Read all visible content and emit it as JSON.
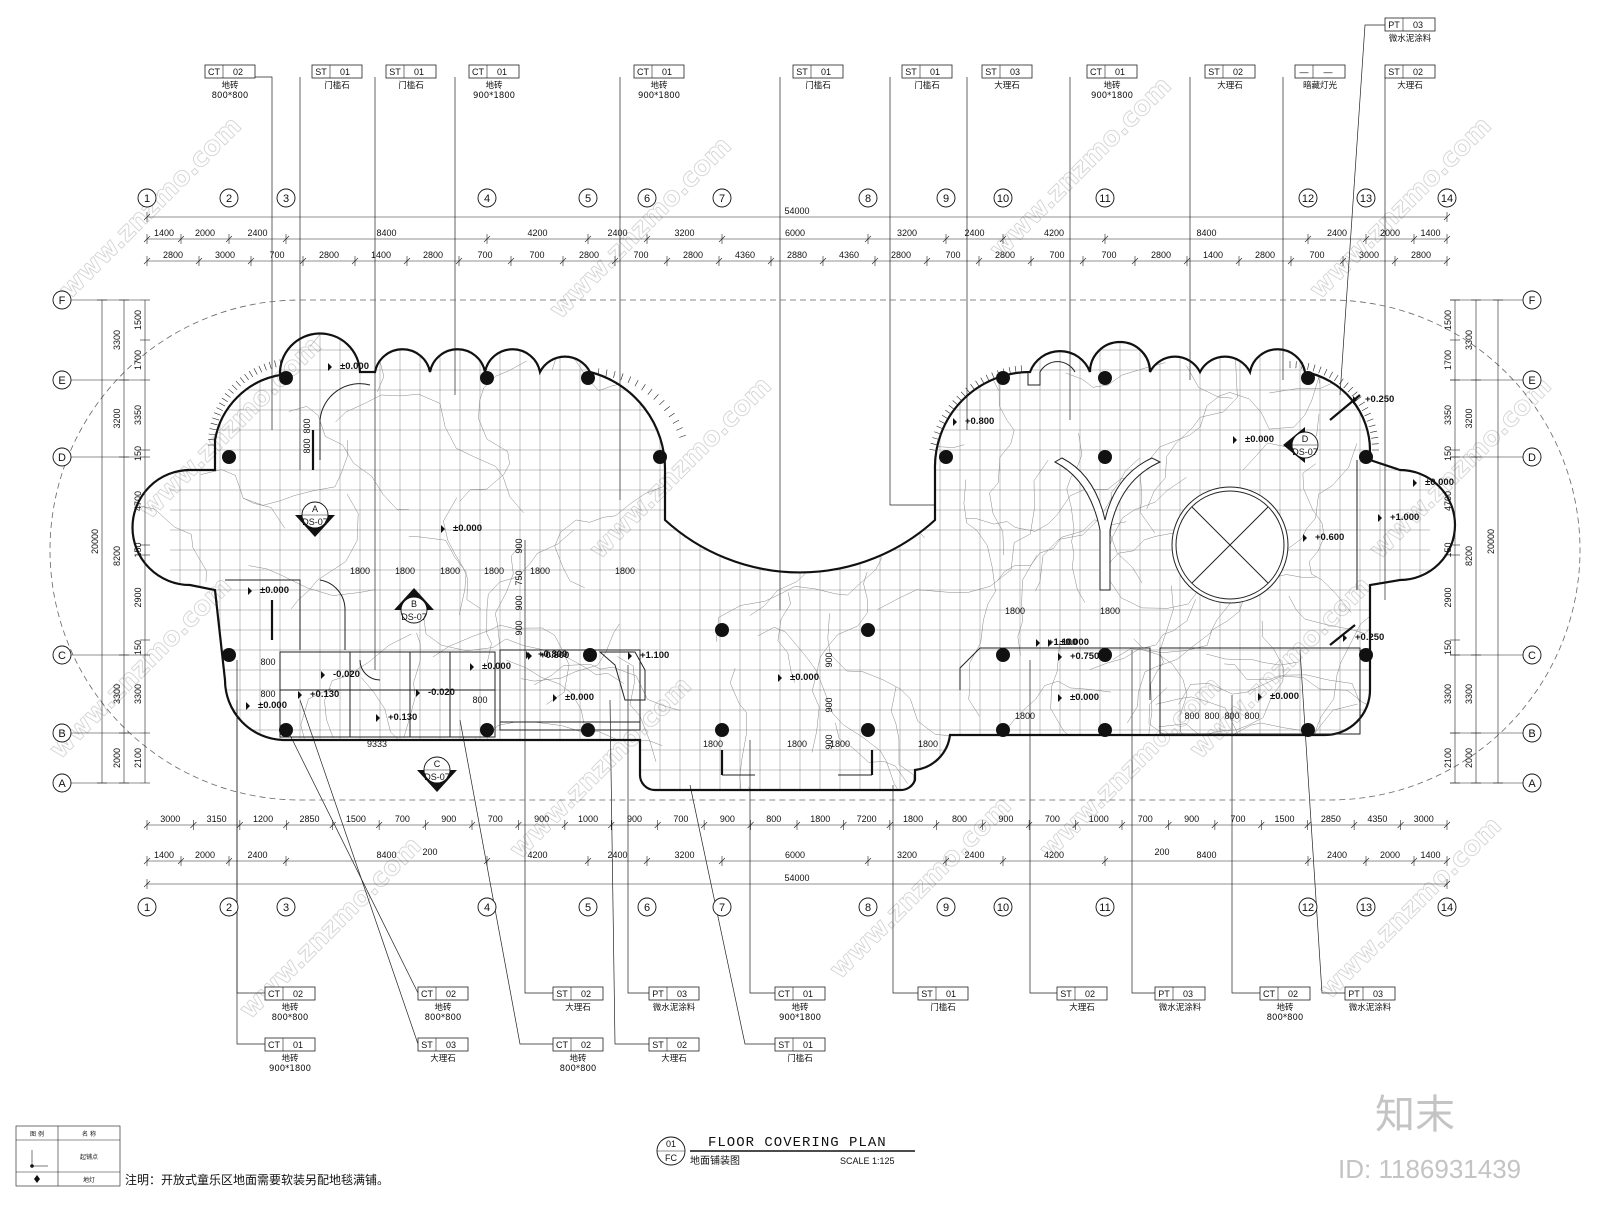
{
  "top_tags": [
    {
      "code": "CT",
      "num": "02",
      "desc": "地砖",
      "size": "800*800"
    },
    {
      "code": "ST",
      "num": "01",
      "desc": "门槛石",
      "size": ""
    },
    {
      "code": "ST",
      "num": "01",
      "desc": "门槛石",
      "size": ""
    },
    {
      "code": "CT",
      "num": "01",
      "desc": "地砖",
      "size": "900*1800"
    },
    {
      "code": "CT",
      "num": "01",
      "desc": "地砖",
      "size": "900*1800"
    },
    {
      "code": "ST",
      "num": "01",
      "desc": "门槛石",
      "size": ""
    },
    {
      "code": "ST",
      "num": "01",
      "desc": "门槛石",
      "size": ""
    },
    {
      "code": "ST",
      "num": "03",
      "desc": "大理石",
      "size": ""
    },
    {
      "code": "CT",
      "num": "01",
      "desc": "地砖",
      "size": "900*1800"
    },
    {
      "code": "ST",
      "num": "02",
      "desc": "大理石",
      "size": ""
    },
    {
      "code": "—",
      "num": "—",
      "desc": "暗藏灯光",
      "size": ""
    },
    {
      "code": "ST",
      "num": "02",
      "desc": "大理石",
      "size": ""
    }
  ],
  "top_right_tag": {
    "code": "PT",
    "num": "03",
    "desc": "微水泥涂料",
    "size": ""
  },
  "bottom_tags": [
    {
      "code": "CT",
      "num": "02",
      "desc": "地砖",
      "size": "800*800"
    },
    {
      "code": "CT",
      "num": "01",
      "desc": "地砖",
      "size": "900*1800"
    },
    {
      "code": "CT",
      "num": "02",
      "desc": "地砖",
      "size": "800*800"
    },
    {
      "code": "ST",
      "num": "03",
      "desc": "大理石",
      "size": ""
    },
    {
      "code": "ST",
      "num": "02",
      "desc": "大理石",
      "size": ""
    },
    {
      "code": "CT",
      "num": "02",
      "desc": "地砖",
      "size": "800*800"
    },
    {
      "code": "PT",
      "num": "03",
      "desc": "微水泥涂料",
      "size": ""
    },
    {
      "code": "ST",
      "num": "02",
      "desc": "大理石",
      "size": ""
    },
    {
      "code": "CT",
      "num": "01",
      "desc": "地砖",
      "size": "900*1800"
    },
    {
      "code": "ST",
      "num": "01",
      "desc": "门槛石",
      "size": ""
    },
    {
      "code": "ST",
      "num": "01",
      "desc": "门槛石",
      "size": ""
    },
    {
      "code": "ST",
      "num": "02",
      "desc": "大理石",
      "size": ""
    },
    {
      "code": "PT",
      "num": "03",
      "desc": "微水泥涂料",
      "size": ""
    },
    {
      "code": "CT",
      "num": "02",
      "desc": "地砖",
      "size": "800*800"
    },
    {
      "code": "PT",
      "num": "03",
      "desc": "微水泥涂料",
      "size": ""
    }
  ],
  "axes_x": [
    "1",
    "2",
    "3",
    "4",
    "5",
    "6",
    "7",
    "8",
    "9",
    "10",
    "11",
    "12",
    "13",
    "14"
  ],
  "axes_y": [
    "F",
    "E",
    "D",
    "C",
    "B",
    "A"
  ],
  "dims_top": {
    "total": "54000",
    "row1": [
      "1400",
      "2000",
      "2400",
      "8400",
      "4200",
      "2400",
      "3200",
      "6000",
      "3200",
      "2400",
      "4200",
      "8400",
      "2400",
      "2000",
      "1400"
    ],
    "row2": [
      "2800",
      "3000",
      "700",
      "2800",
      "1400",
      "2800",
      "700",
      "700",
      "2800",
      "700",
      "2800",
      "4360",
      "2880",
      "4360",
      "2800",
      "700",
      "2800",
      "700",
      "700",
      "2800",
      "1400",
      "2800",
      "700",
      "3000",
      "2800"
    ]
  },
  "dims_bottom": {
    "total": "54000",
    "row1": [
      "1400",
      "2000",
      "2400",
      "8400",
      "4200",
      "2400",
      "3200",
      "6000",
      "3200",
      "2400",
      "4200",
      "8400",
      "2400",
      "2000",
      "1400"
    ],
    "row2": [
      "3000",
      "3150",
      "1200",
      "2850",
      "1500",
      "700",
      "900",
      "700",
      "900",
      "1000",
      "900",
      "700",
      "900",
      "800",
      "1800",
      "7200",
      "1800",
      "800",
      "900",
      "700",
      "1000",
      "700",
      "900",
      "700",
      "1500",
      "2850",
      "4350",
      "3000"
    ],
    "mid_labels": [
      "200",
      "200"
    ]
  },
  "dims_left": {
    "total": "20000",
    "col1": [
      "3300",
      "3200",
      "8200",
      "3300",
      "2000"
    ],
    "col2": [
      "1500",
      "1700",
      "3350",
      "150",
      "4700",
      "150",
      "2900",
      "150",
      "3300",
      "2100"
    ]
  },
  "dims_right": {
    "total": "20000",
    "col1": [
      "3300",
      "3200",
      "8200",
      "3300",
      "2000"
    ],
    "col2": [
      "1500",
      "1700",
      "3350",
      "150",
      "4700",
      "150",
      "2900",
      "150",
      "3300",
      "2100"
    ]
  },
  "interior_dims": [
    "800",
    "800",
    "800",
    "800",
    "800",
    "9333",
    "1800",
    "1800",
    "1800",
    "1800",
    "1800",
    "1800",
    "900",
    "900",
    "900",
    "750",
    "1800",
    "1800",
    "900",
    "900",
    "900",
    "1800",
    "1800",
    "1800",
    "1800",
    "1800",
    "800",
    "800",
    "800",
    "800"
  ],
  "elevations": [
    "±0.000",
    "±0.000",
    "±0.000",
    "+0.800",
    "+0.800",
    "±0.000",
    "±0.000",
    "+0.250",
    "+1.000",
    "+0.600",
    "±0.000",
    "+0.250",
    "-0.020",
    "+0.130",
    "-0.020",
    "+0.130",
    "±0.000",
    "+0.800",
    "+1.100",
    "±0.000",
    "±0.000",
    "+1.100",
    "+0.750",
    "±0.000",
    "±0.000",
    "±0.000"
  ],
  "section_markers": [
    {
      "letter": "A",
      "sheet": "DS-07"
    },
    {
      "letter": "B",
      "sheet": "DS-07"
    },
    {
      "letter": "C",
      "sheet": "DS-07"
    },
    {
      "letter": "D",
      "sheet": "DS-07"
    }
  ],
  "title": {
    "drawing_no": "01",
    "sheet": "FC",
    "en": "FLOOR COVERING PLAN",
    "cn": "地面铺装图",
    "scale": "SCALE 1:125"
  },
  "note": "注明：开放式童乐区地面需要软装另配地毯满铺。",
  "legend": {
    "headers": [
      "图 例",
      "名 称"
    ],
    "rows": [
      "起铺点",
      "地灯"
    ]
  },
  "watermark": {
    "text": "www.znzmo.com",
    "logo": "知末",
    "id": "ID: 1186931439"
  }
}
